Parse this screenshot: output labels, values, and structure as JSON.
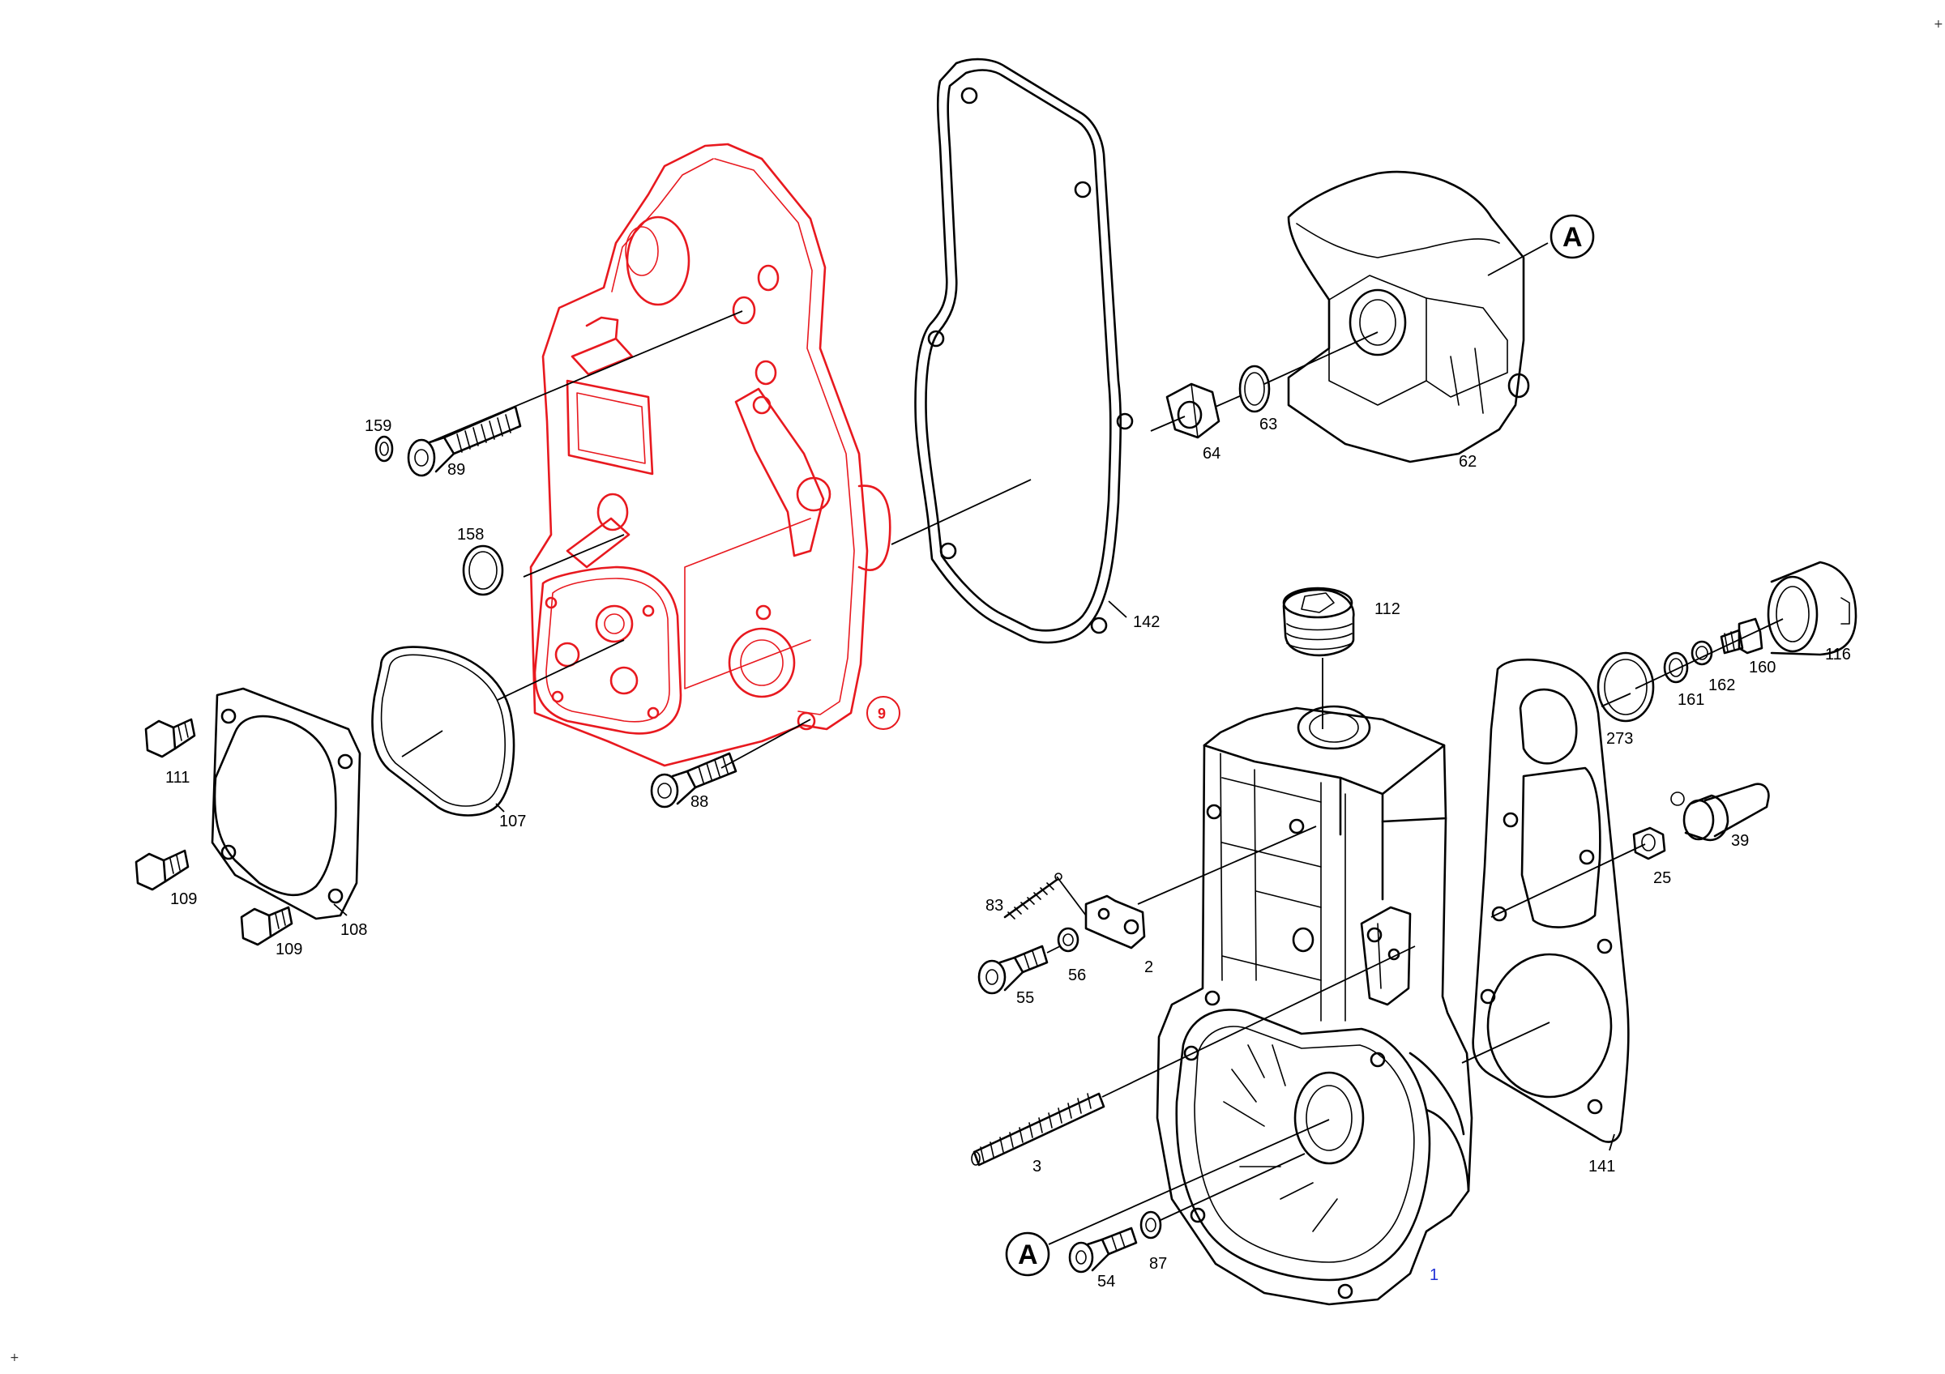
{
  "callouts": {
    "p159": "159",
    "p89": "89",
    "p158": "158",
    "p9": "9",
    "p88": "88",
    "p142": "142",
    "p64": "64",
    "p63": "63",
    "p62": "62",
    "ref_a_top": "A",
    "p111": "111",
    "p109a": "109",
    "p109b": "109",
    "p108": "108",
    "p107": "107",
    "p112": "112",
    "p116": "116",
    "p160": "160",
    "p162": "162",
    "p161": "161",
    "p273": "273",
    "p39": "39",
    "p25": "25",
    "p141": "141",
    "p83": "83",
    "p2": "2",
    "p56": "56",
    "p55": "55",
    "p3": "3",
    "p54": "54",
    "p87": "87",
    "ref_a_bottom": "A",
    "p1": "1"
  },
  "corner_marks": {
    "top_right": "+",
    "bottom_left": "+"
  },
  "colors": {
    "highlight": "#e8191f",
    "link": "#1f2fd6",
    "line": "#000000"
  }
}
